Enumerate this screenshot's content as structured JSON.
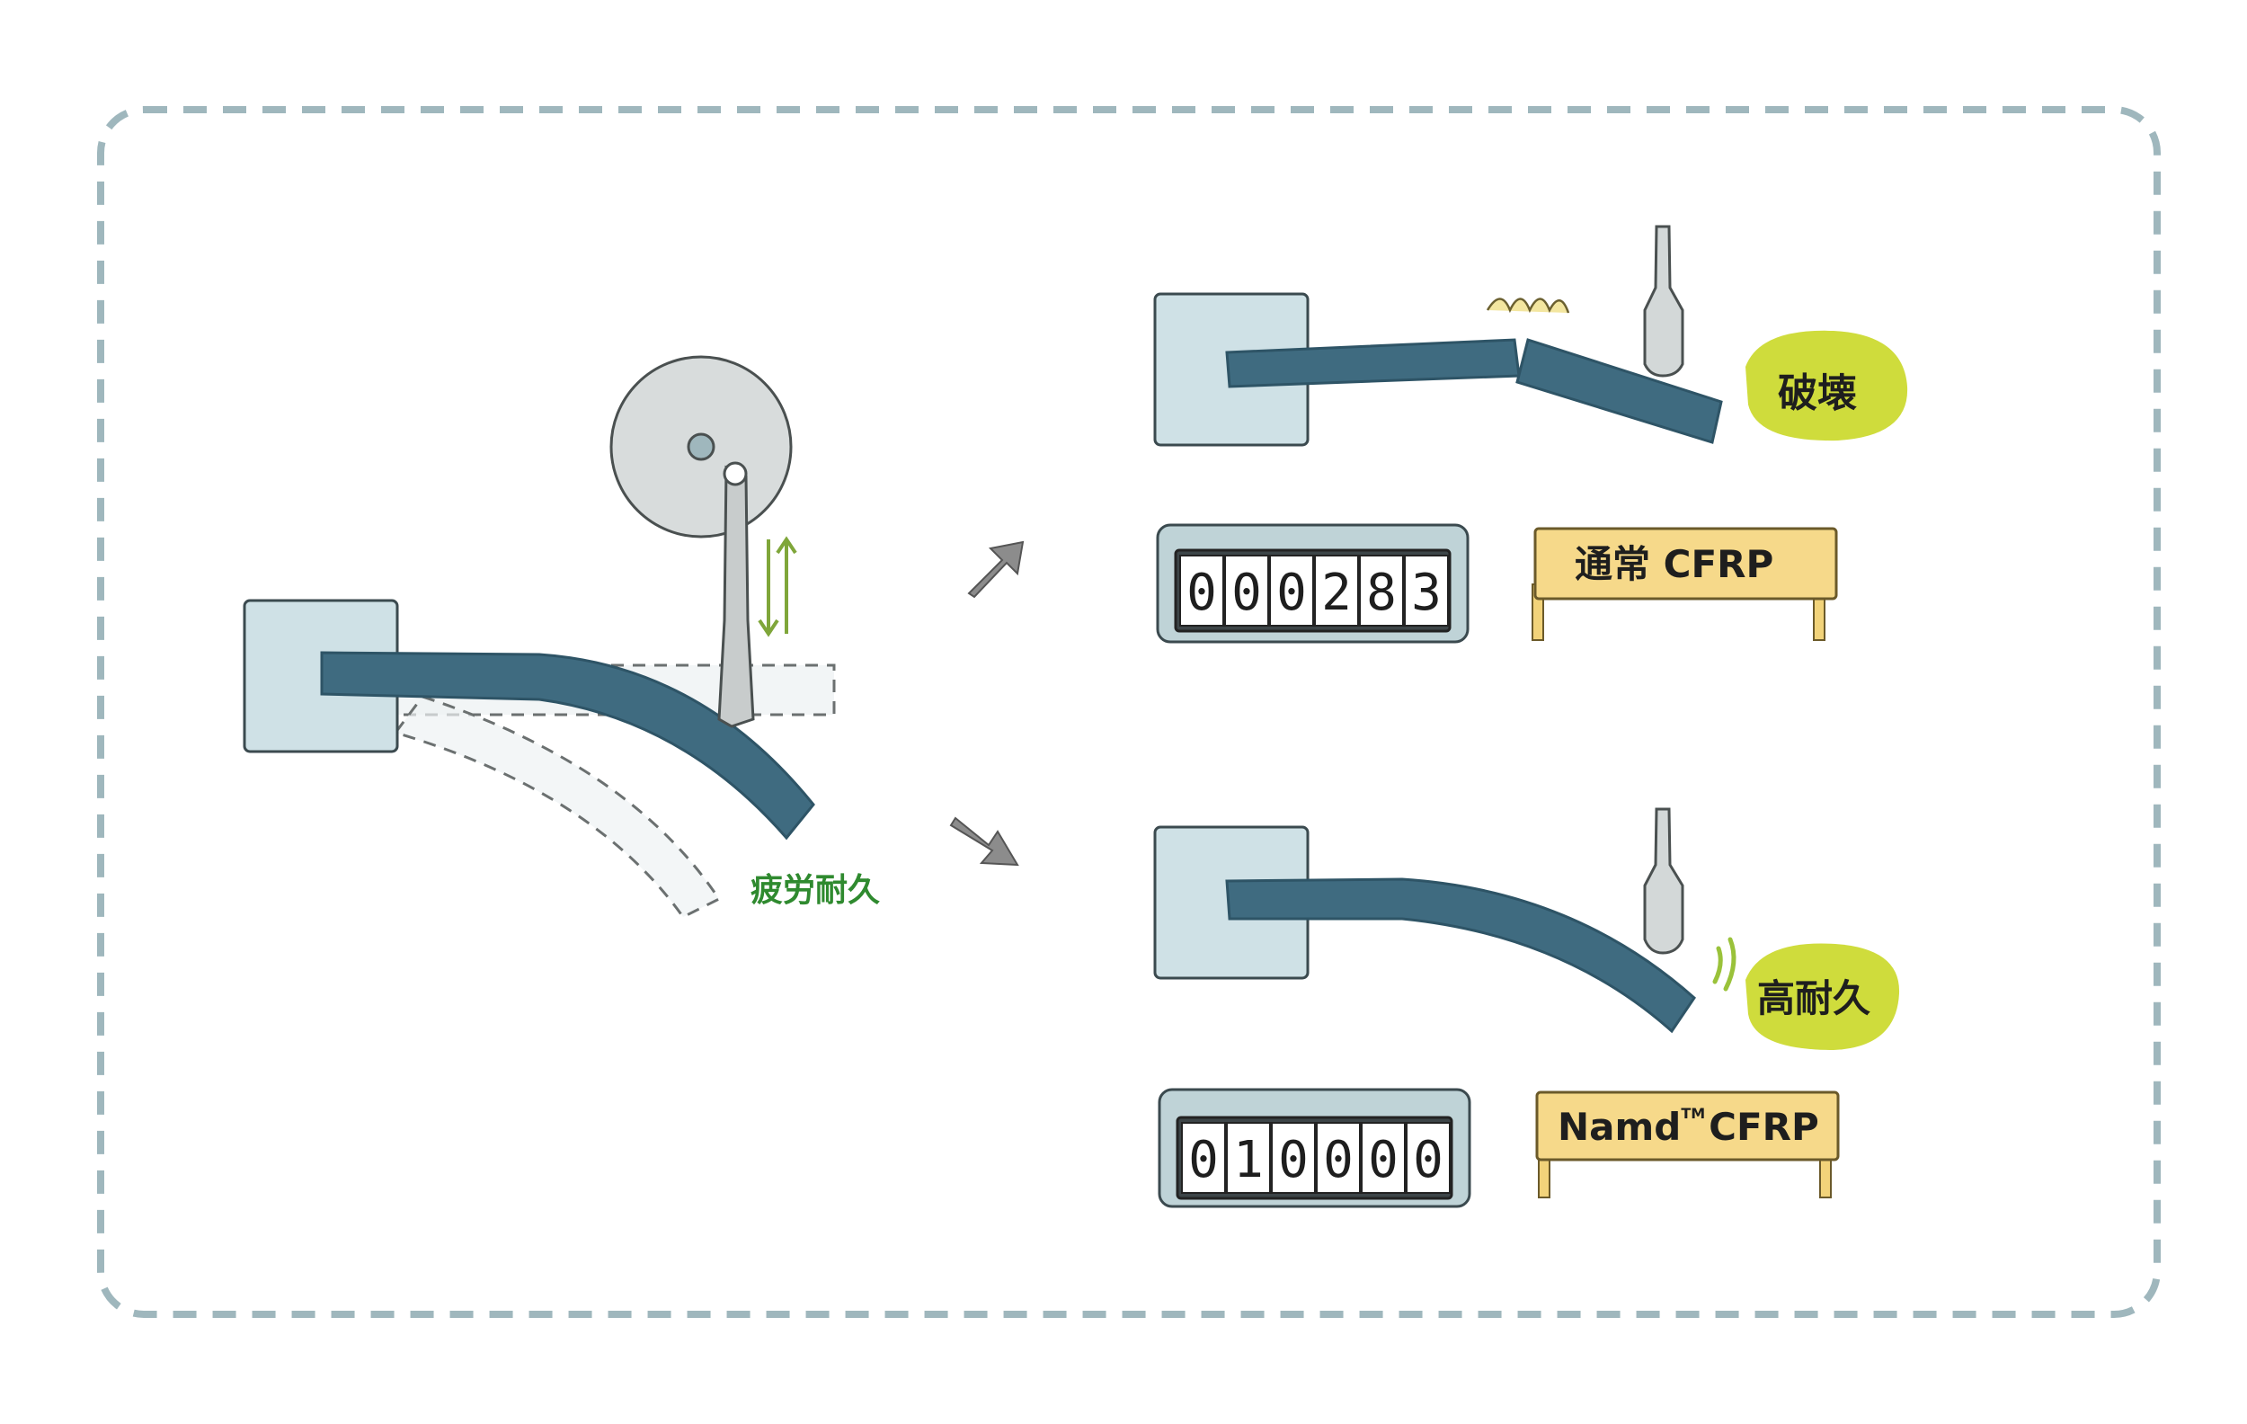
{
  "main_test": {
    "label": "疲労耐久",
    "label_color": "#2f8a2f"
  },
  "outcome_normal": {
    "result_label": "破壊",
    "counter_digits": [
      "0",
      "0",
      "0",
      "2",
      "8",
      "3"
    ],
    "sign_text": "通常 CFRP"
  },
  "outcome_namd": {
    "result_label": "高耐久",
    "counter_digits": [
      "0",
      "1",
      "0",
      "0",
      "0",
      "0"
    ],
    "sign_brand": "Namd",
    "sign_tm": "TM",
    "sign_suffix": "CFRP"
  },
  "colors": {
    "beam": "#3f6b80",
    "beam_dark": "#2e5466",
    "clamp": "#cfe1e6",
    "blob": "#cfdc3c",
    "sign": "#f6d98a",
    "frame_dash": "#9fb7bd",
    "arrow": "#8c8c8c",
    "gear": "#d8dcdc",
    "green_arrow": "#7fa63a"
  }
}
